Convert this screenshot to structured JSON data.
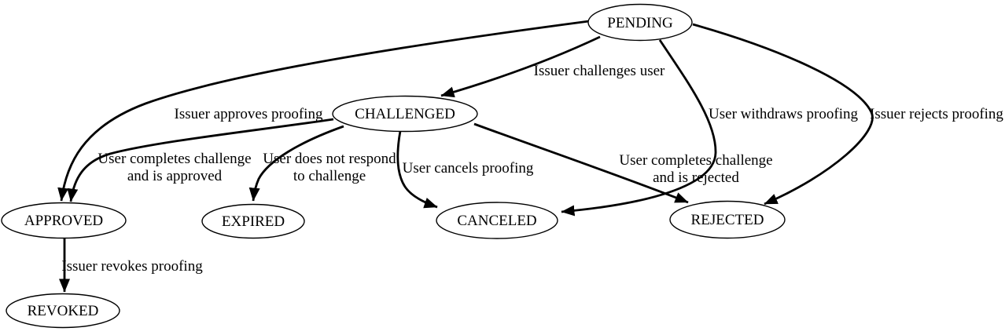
{
  "diagram": {
    "kind": "state-transition-graph",
    "colors": {
      "background": "#ffffff",
      "node_fill": "#ffffff",
      "stroke": "#000000",
      "text": "#000000"
    },
    "nodes": [
      {
        "id": "pending",
        "label": "PENDING"
      },
      {
        "id": "challenged",
        "label": "CHALLENGED"
      },
      {
        "id": "approved",
        "label": "APPROVED"
      },
      {
        "id": "expired",
        "label": "EXPIRED"
      },
      {
        "id": "canceled",
        "label": "CANCELED"
      },
      {
        "id": "rejected",
        "label": "REJECTED"
      },
      {
        "id": "revoked",
        "label": "REVOKED"
      }
    ],
    "edges": [
      {
        "from": "PENDING",
        "to": "CHALLENGED",
        "label_lines": [
          "Issuer challenges user"
        ]
      },
      {
        "from": "PENDING",
        "to": "APPROVED",
        "label_lines": [
          "Issuer approves proofing"
        ]
      },
      {
        "from": "PENDING",
        "to": "CANCELED",
        "label_lines": [
          "User withdraws proofing"
        ]
      },
      {
        "from": "PENDING",
        "to": "REJECTED",
        "label_lines": [
          "Issuer rejects proofing"
        ]
      },
      {
        "from": "CHALLENGED",
        "to": "APPROVED",
        "label_lines": [
          "User completes challenge",
          "and is approved"
        ]
      },
      {
        "from": "CHALLENGED",
        "to": "EXPIRED",
        "label_lines": [
          "User does not respond",
          "to challenge"
        ]
      },
      {
        "from": "CHALLENGED",
        "to": "CANCELED",
        "label_lines": [
          "User cancels proofing"
        ]
      },
      {
        "from": "CHALLENGED",
        "to": "REJECTED",
        "label_lines": [
          "User completes challenge",
          "and is rejected"
        ]
      },
      {
        "from": "APPROVED",
        "to": "REVOKED",
        "label_lines": [
          "Issuer revokes proofing"
        ]
      }
    ]
  }
}
